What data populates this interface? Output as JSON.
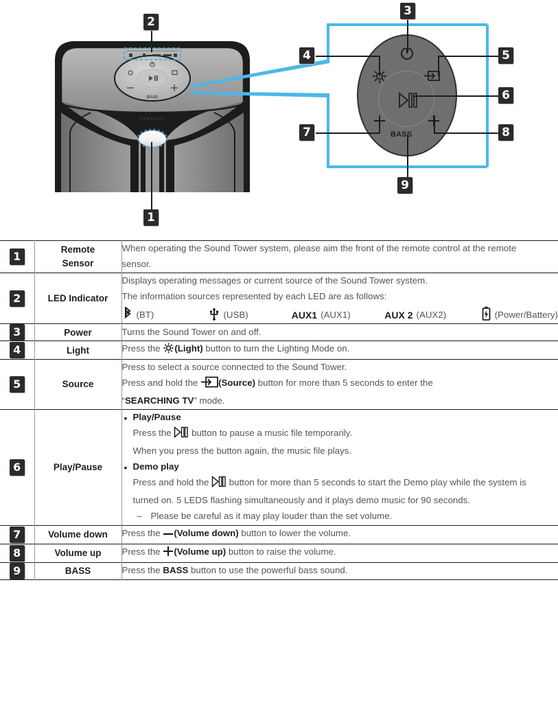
{
  "diagram": {
    "callouts": [
      {
        "id": "1",
        "target": "remote-sensor"
      },
      {
        "id": "2",
        "target": "led-indicator"
      },
      {
        "id": "3",
        "target": "power"
      },
      {
        "id": "4",
        "target": "light"
      },
      {
        "id": "5",
        "target": "source"
      },
      {
        "id": "6",
        "target": "play-pause"
      },
      {
        "id": "7",
        "target": "volume-down"
      },
      {
        "id": "8",
        "target": "volume-up"
      },
      {
        "id": "9",
        "target": "bass"
      }
    ],
    "panel": {
      "bass_label": "BASS",
      "icons": [
        "power-icon",
        "light-icon",
        "source-icon",
        "play-pause-icon",
        "minus-icon",
        "plus-icon"
      ]
    },
    "speaker": {
      "brand": "SAMSUNG",
      "pad_bass_label": "BASS"
    },
    "colors": {
      "highlight_blue": "#4cb7e8",
      "badge_bg": "#2b2b2b",
      "panel_gray": "#6f6f6f"
    }
  },
  "table": {
    "rows": [
      {
        "num": "1",
        "name_line1": "Remote",
        "name_line2": "Sensor",
        "desc": [
          {
            "text": "When operating the Sound Tower system, please aim the front of the remote control at the remote sensor."
          }
        ]
      },
      {
        "num": "2",
        "name_line1": "LED Indicator",
        "name_line2": "",
        "desc": [
          {
            "text": "Displays operating messages or current source of the Sound Tower system."
          },
          {
            "text": "The information sources represented by each LED are as follows:"
          }
        ],
        "leds": [
          {
            "icon": "bluetooth-icon",
            "label": "(BT)"
          },
          {
            "icon": "usb-icon",
            "label": "(USB)"
          },
          {
            "icon": "aux1-text",
            "bold": "AUX1",
            "label": "(AUX1)"
          },
          {
            "icon": "aux2-text",
            "bold": "AUX 2",
            "label": "(AUX2)"
          },
          {
            "icon": "battery-icon",
            "label": "(Power/Battery)"
          }
        ]
      },
      {
        "num": "3",
        "name_line1": "Power",
        "name_line2": "",
        "desc": [
          {
            "text": "Turns the Sound Tower on and off."
          }
        ]
      },
      {
        "num": "4",
        "name_line1": "Light",
        "name_line2": "",
        "desc_light": {
          "pre": "Press the ",
          "bold": "(Light)",
          "post": " button to turn the Lighting Mode on."
        }
      },
      {
        "num": "5",
        "name_line1": "Source",
        "name_line2": "",
        "desc_source": {
          "line1": "Press to select a source connected to the Sound Tower.",
          "line2_pre": "Press and hold the ",
          "line2_bold": "(Source)",
          "line2_post": " button for more than 5 seconds to enter the",
          "line3_q1": "“",
          "line3_bold": "SEARCHING TV",
          "line3_post": "” mode."
        }
      },
      {
        "num": "6",
        "name_line1": "Play/Pause",
        "name_line2": "",
        "desc_play": {
          "b1_title": "Play/Pause",
          "b1_l1_pre": "Press the ",
          "b1_l1_post": " button to pause a music file temporarily.",
          "b1_l2": "When you press the button again, the music file plays.",
          "b2_title": "Demo play",
          "b2_l1_pre": "Press and hold the ",
          "b2_l1_post": " button for more than 5 seconds to start the Demo play while the system is turned on. 5 LEDS flashing simultaneously and it plays demo music for 90 seconds.",
          "b2_sub": "Please be careful as it may play louder than the set volume."
        }
      },
      {
        "num": "7",
        "name_line1": "Volume down",
        "name_line2": "",
        "desc_voldown": {
          "pre": "Press the ",
          "bold": "(Volume down)",
          "post": " button to lower the volume."
        }
      },
      {
        "num": "8",
        "name_line1": "Volume up",
        "name_line2": "",
        "desc_volup": {
          "pre": "Press the ",
          "bold": "(Volume up)",
          "post": " button to raise the volume."
        }
      },
      {
        "num": "9",
        "name_line1": "BASS",
        "name_line2": "",
        "desc_bass": {
          "pre": "Press the ",
          "bold": "BASS",
          "post": " button to use the powerful bass sound."
        }
      }
    ]
  }
}
